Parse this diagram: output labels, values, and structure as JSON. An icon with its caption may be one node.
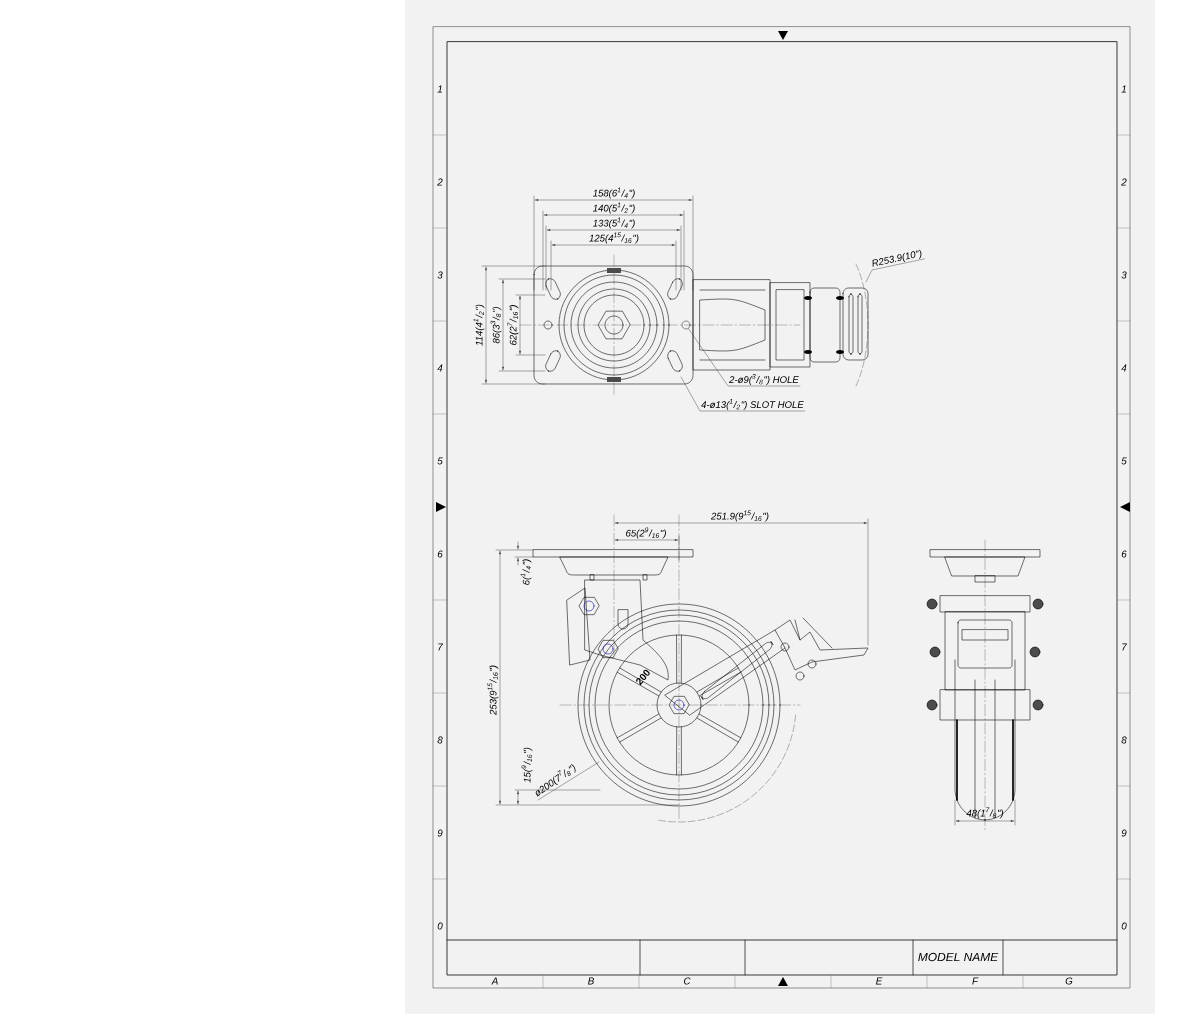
{
  "diagram": {
    "nodes": [
      {
        "text": [
          "2-ø9($^{3}$/$_{8}$\") HOLE"
        ]
      },
      {
        "text": [
          "4-ø13($^{1}$/$_{2}$\") SLOT HOLE"
        ]
      },
      {
        "text": [
          "R253.9(10\")"
        ]
      },
      {
        "text": [
          "ø200(7$^{7}$/$_{8}$\")"
        ]
      },
      {
        "text": [],
        "shape": "circle"
      }
    ],
    "edges": [
      {
        "from": 0,
        "to": 4,
        "arrow": "none"
      },
      {
        "from": 1,
        "to": null,
        "arrow": "none"
      },
      {
        "from": 2,
        "to": null,
        "arrow": "none"
      },
      {
        "from": 3,
        "to": null,
        "arrow": "none"
      }
    ],
    "labels": [
      "1",
      "1",
      "2",
      "2",
      "3",
      "3",
      "4",
      "4",
      "5",
      "5",
      "6",
      "6",
      "7",
      "7",
      "8",
      "8",
      "9",
      "9",
      "0",
      "0",
      "158(6$^{1}$/$_{4}$\")",
      "140(5$^{1}$/$_{2}$\")",
      "133(5$^{1}$/$_{4}$\")",
      "125(4$^{15}$/$_{16}$\")",
      "114(4$^{1}$/$_{2}$\")",
      "86(3$^{3}$/$_{8}$\")",
      "62(2$^{7}$/$_{16}$\")",
      "251.9(9$^{15}$/$_{16}$\")",
      "65(2$^{9}$/$_{16}$\")",
      "6($^{1}$/$_{4}$\")",
      "253(9$^{15}$/$_{16}$\")",
      "15($^{9}$/$_{16}$\")",
      "48(1$^{7}$/$_{8}$\")",
      "200",
      "MODEL NAME",
      "A",
      "B",
      "C",
      "E",
      "F",
      "G"
    ]
  }
}
